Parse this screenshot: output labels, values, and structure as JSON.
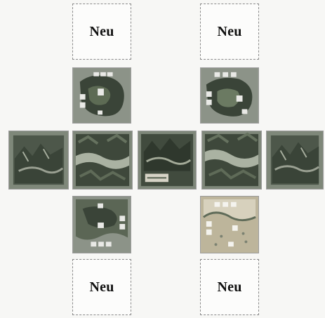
{
  "board": {
    "placeholder_slots": [
      {
        "label": "Neu"
      },
      {
        "label": "Neu"
      },
      {
        "label": "Neu"
      },
      {
        "label": "Neu"
      }
    ],
    "tiles": [
      {
        "kind": "island-forest"
      },
      {
        "kind": "island-forest"
      },
      {
        "kind": "mountain"
      },
      {
        "kind": "mountain-river"
      },
      {
        "kind": "mountain-center"
      },
      {
        "kind": "mountain-river"
      },
      {
        "kind": "mountain"
      },
      {
        "kind": "coast-forest"
      },
      {
        "kind": "coast-sand"
      }
    ],
    "colors": {
      "background": "#f7f7f5",
      "tile_dark": "#3a4438",
      "tile_mid": "#6b7a62",
      "tile_sand": "#c7c0a4",
      "slot_border": "#8a8a8a"
    }
  }
}
